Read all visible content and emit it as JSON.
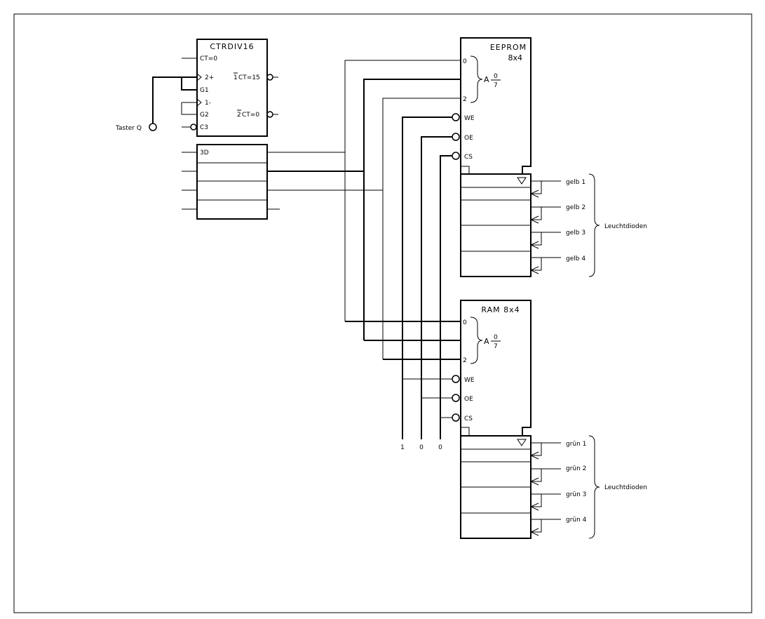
{
  "counter": {
    "title": "CTRDIV16",
    "pins": {
      "ct0": "CT=0",
      "in2": "2+",
      "g1": "G1",
      "in1": "1-",
      "g2": "G2",
      "c3": "C3",
      "out15_prefix": "1",
      "out15": "CT=15",
      "out0_prefix": "2",
      "out0": "CT=0",
      "d3": "3D"
    }
  },
  "button": {
    "label": "Taster Q"
  },
  "eeprom": {
    "title": "EEPROM",
    "subtitle": "8x4",
    "addr_low": "0",
    "addr_high": "2",
    "addr_prefix": "A",
    "addr_num": "0",
    "addr_den": "7",
    "we": "WE",
    "oe": "OE",
    "cs": "CS"
  },
  "ram": {
    "title": "RAM 8x4",
    "addr_low": "0",
    "addr_high": "2",
    "addr_prefix": "A",
    "addr_num": "0",
    "addr_den": "7",
    "we": "WE",
    "oe": "OE",
    "cs": "CS"
  },
  "leds_eeprom": {
    "items": [
      "gelb 1",
      "gelb 2",
      "gelb 3",
      "gelb 4"
    ],
    "group_label": "Leuchtdioden"
  },
  "leds_ram": {
    "items": [
      "grün 1",
      "grün 2",
      "grün 3",
      "grün 4"
    ],
    "group_label": "Leuchtdioden"
  },
  "control_levels": [
    "1",
    "0",
    "0"
  ]
}
